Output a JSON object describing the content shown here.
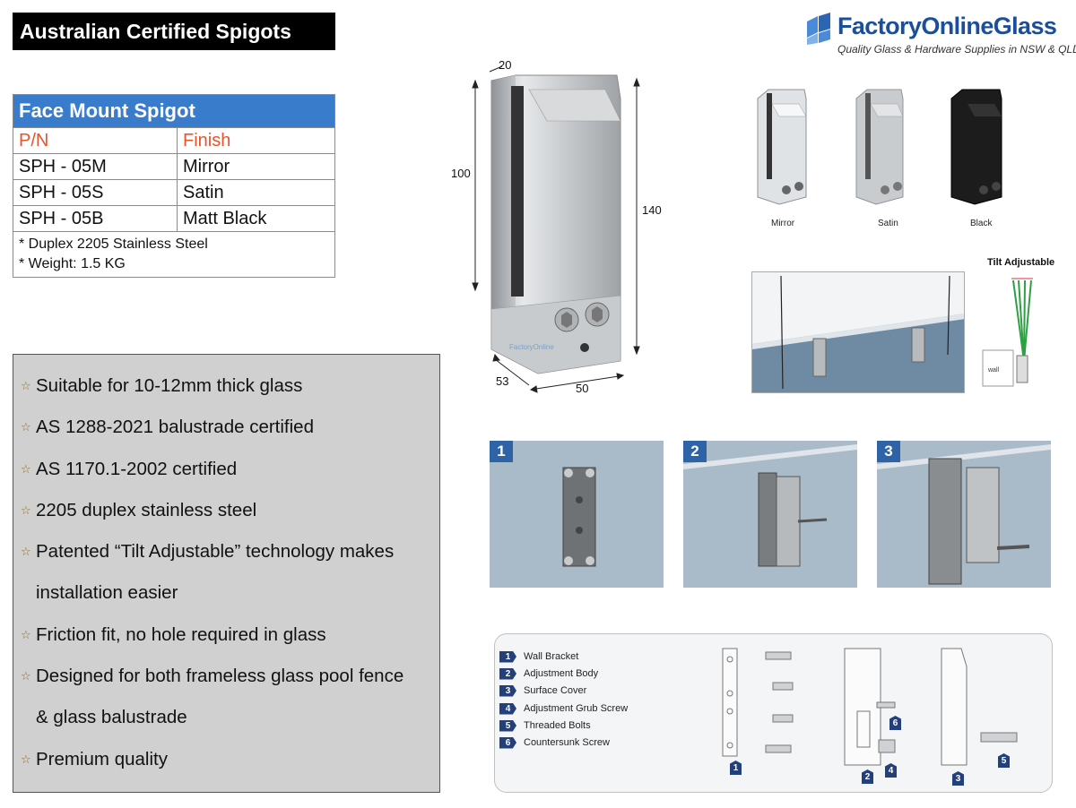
{
  "header": {
    "title": "Australian Certified Spigots"
  },
  "brand": {
    "name": "FactoryOnlineGlass",
    "tagline": "Quality Glass & Hardware Supplies in NSW & QLD"
  },
  "spec_table": {
    "title": "Face Mount Spigot",
    "columns": [
      "P/N",
      "Finish"
    ],
    "rows": [
      {
        "pn": "SPH - 05M",
        "finish": "Mirror"
      },
      {
        "pn": "SPH - 05S",
        "finish": "Satin"
      },
      {
        "pn": "SPH - 05B",
        "finish": "Matt Black"
      }
    ],
    "notes": [
      "* Duplex 2205 Stainless Steel",
      "* Weight: 1.5 KG"
    ]
  },
  "features": [
    "Suitable for 10-12mm thick glass",
    "AS 1288-2021 balustrade certified",
    "AS 1170.1-2002 certified",
    "2205 duplex stainless steel",
    "Patented “Tilt Adjustable” technology makes",
    "installation easier",
    "Friction fit, no hole required in glass",
    "Designed for both frameless glass pool fence",
    "& glass balustrade",
    "Premium quality"
  ],
  "dimensions": {
    "top": "20",
    "left_height": "100",
    "right_height": "140",
    "depth": "53",
    "width": "50"
  },
  "drawing_watermark": "FactoryOnline",
  "finish_swatches": [
    {
      "label": "Mirror",
      "color": "#d9dde0"
    },
    {
      "label": "Satin",
      "color": "#c4c7c9"
    },
    {
      "label": "Black",
      "color": "#1c1c1c"
    }
  ],
  "tilt": {
    "label": "Tilt Adjustable",
    "wall_label": "wall"
  },
  "steps": [
    "1",
    "2",
    "3"
  ],
  "parts": [
    {
      "num": "1",
      "label": "Wall Bracket"
    },
    {
      "num": "2",
      "label": "Adjustment Body"
    },
    {
      "num": "3",
      "label": "Surface Cover"
    },
    {
      "num": "4",
      "label": "Adjustment Grub Screw"
    },
    {
      "num": "5",
      "label": "Threaded Bolts"
    },
    {
      "num": "6",
      "label": "Countersunk Screw"
    }
  ],
  "exploded_callouts": [
    "1",
    "6",
    "2",
    "4",
    "3",
    "5"
  ],
  "colors": {
    "table_header": "#3a7ccc",
    "column_header_text": "#e8542b",
    "brand_blue": "#1b4f9c",
    "features_bg": "#d0d0d0",
    "step_badge": "#2e63a8"
  }
}
